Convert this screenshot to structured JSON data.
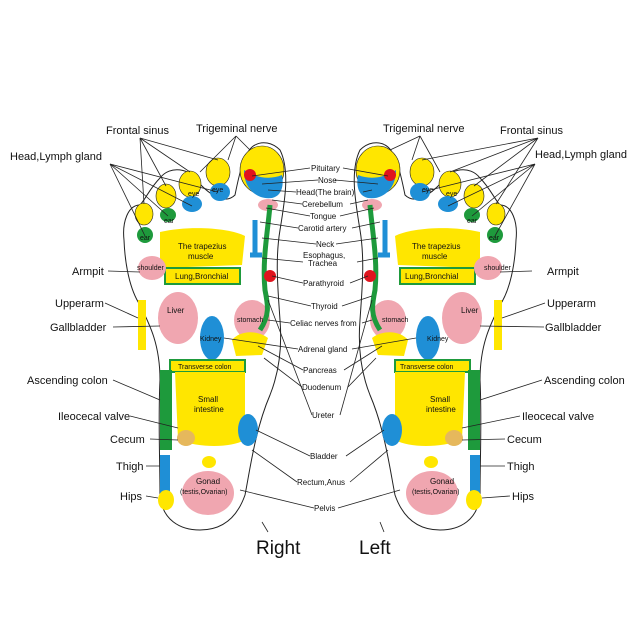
{
  "labels": {
    "trigeminal_nerve": "Trigeminal nerve",
    "frontal_sinus": "Frontal sinus",
    "head_lymph_gland": "Head,Lymph gland",
    "armpit": "Armpit",
    "upperarm": "Upperarm",
    "gallbladder": "Gallbladder",
    "ascending_colon": "Ascending colon",
    "ileocecal_valve": "Ileocecal valve",
    "cecum": "Cecum",
    "thigh": "Thigh",
    "hips": "Hips",
    "pituitary": "Pituitary",
    "nose": "Nose",
    "head_brain": "Head(The brain)",
    "cerebellum": "Cerebellum",
    "tongue": "Tongue",
    "carotid_artery": "Carotid artery",
    "neck": "Neck",
    "esophagus": "Esophagus,",
    "trachea": "Trachea",
    "parathyroid": "Parathyroid",
    "thyroid": "Thyroid",
    "celiac": "Celiac nerves from",
    "adrenal": "Adrenal gland",
    "pancreas": "Pancreas",
    "duodenum": "Duodenum",
    "ureter": "Ureter",
    "bladder": "Bladder",
    "rectum_anus": "Rectum,Anus",
    "pelvis": "Pelvis",
    "right": "Right",
    "left": "Left"
  },
  "zones": {
    "eye": "eye",
    "ear": "ear",
    "trapezius_1": "The trapezius",
    "trapezius_2": "muscle",
    "shoulder": "shoulder",
    "lung_bronchial": "Lung,Bronchial",
    "liver": "Liver",
    "stomach": "stomach",
    "kidney": "Kidney",
    "transverse_colon": "Transverse colon",
    "small_intestine_1": "Small",
    "small_intestine_2": "intestine",
    "gonad_1": "Gonad",
    "gonad_2": "(testis,Ovarian)"
  },
  "colors": {
    "yellow": "#ffe600",
    "blue": "#1f8fd6",
    "green": "#1e9a3c",
    "pink": "#f0a6b0",
    "red": "#e0141e",
    "tan": "#e6b85c",
    "outline": "#222222"
  }
}
